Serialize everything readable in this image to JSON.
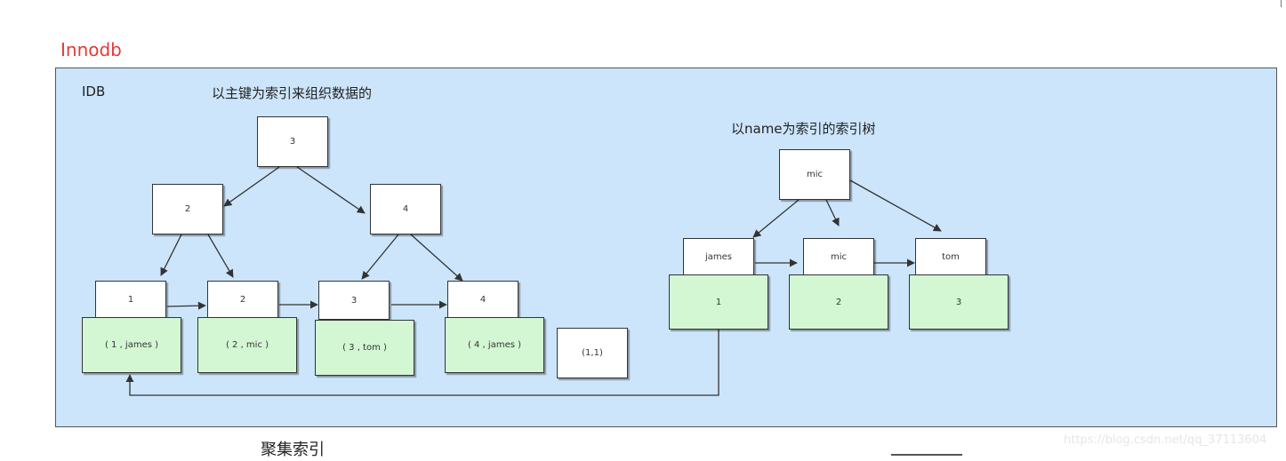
{
  "heading": "Innodb",
  "panel": {
    "corner_label": "IDB",
    "left_title": "以主键为索引来组织数据的",
    "right_title": "以name为索引的索引树"
  },
  "primary_tree": {
    "root": "3",
    "level2": [
      "2",
      "4"
    ],
    "leaf_keys": [
      "1",
      "2",
      "3",
      "4"
    ],
    "leaf_rows": [
      "( 1 , james )",
      "( 2 , mic )",
      "( 3 , tom )",
      "( 4 , james )"
    ],
    "extra_box": "(1,1)"
  },
  "name_tree": {
    "root": "mic",
    "leaf_keys": [
      "james",
      "mic",
      "tom"
    ],
    "leaf_values": [
      "1",
      "2",
      "3"
    ]
  },
  "caption": "聚集索引",
  "watermark": "https://blog.csdn.net/qq_37113604",
  "colors": {
    "heading": "#e53935",
    "panel_background": "#cce5fb",
    "row_box": "#d3f7d3",
    "node_box": "#ffffff"
  }
}
